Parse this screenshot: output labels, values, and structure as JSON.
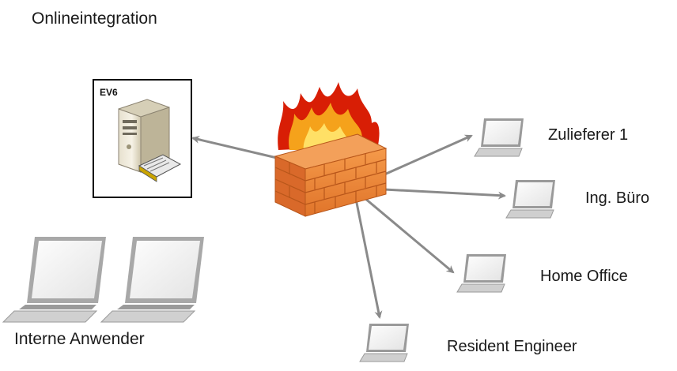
{
  "title": "Onlineintegration",
  "server": {
    "label": "EV6",
    "icon": "server-icon"
  },
  "firewall": {
    "icon": "firewall-icon"
  },
  "clients": [
    {
      "label": "Zulieferer 1",
      "icon": "laptop-icon"
    },
    {
      "label": "Ing. Büro",
      "icon": "laptop-icon"
    },
    {
      "label": "Home Office",
      "icon": "laptop-icon"
    },
    {
      "label": "Resident Engineer",
      "icon": "laptop-icon"
    }
  ],
  "internal": {
    "label": "Interne Anwender",
    "icon": "desktop-monitor-icon"
  },
  "colors": {
    "arrow": "#8a8a8a",
    "brick": "#f08a3a",
    "flame": "#d81e05",
    "monitor": "#c4c4c4"
  }
}
